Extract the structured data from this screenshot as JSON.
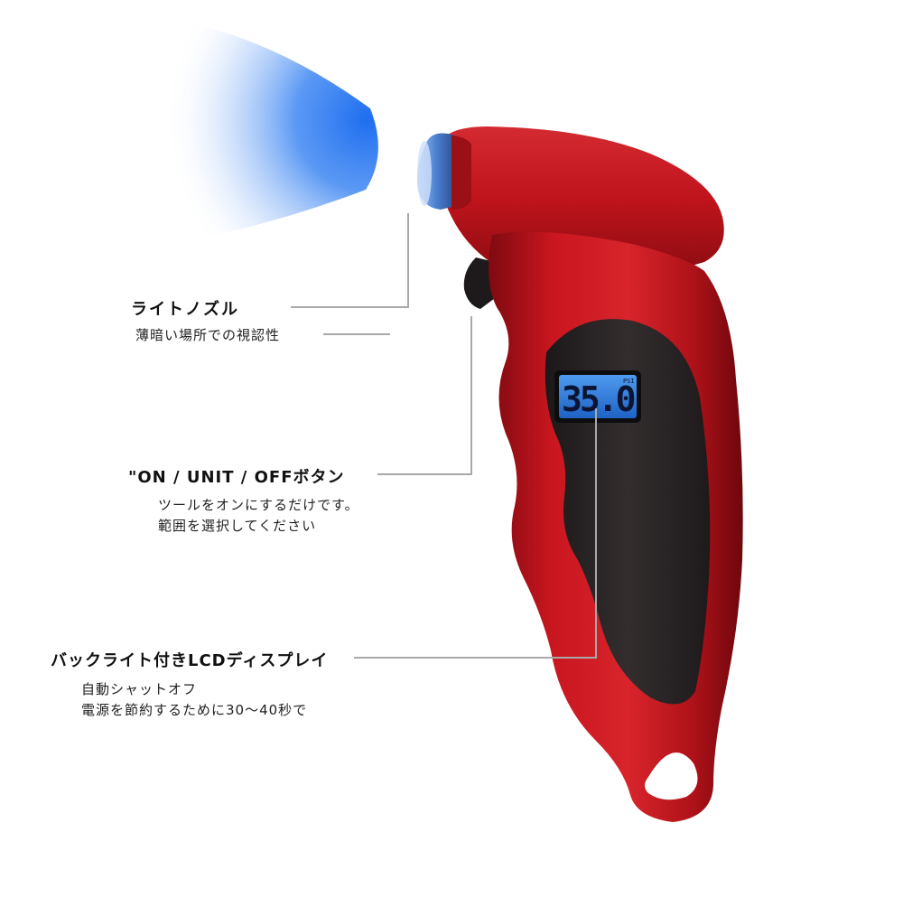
{
  "annotations": {
    "nozzle": {
      "title": "ライトノズル",
      "desc": "薄暗い場所での視認性"
    },
    "button": {
      "title": "\"ON / UNIT / OFFボタン",
      "desc_line1": "ツールをオンにするだけです。",
      "desc_line2": "範囲を選択してください"
    },
    "display": {
      "title": "バックライト付きLCDディスプレイ",
      "desc_line1": "自動シャットオフ",
      "desc_line2": "電源を節約するために30～40秒で"
    }
  },
  "device": {
    "reading": "35.0",
    "unit": "PSI"
  },
  "colors": {
    "body_red": "#c0141c",
    "grip_black": "#2a2526",
    "lcd_blue": "#2f7bd6",
    "light_blue": "#3a86f0"
  }
}
